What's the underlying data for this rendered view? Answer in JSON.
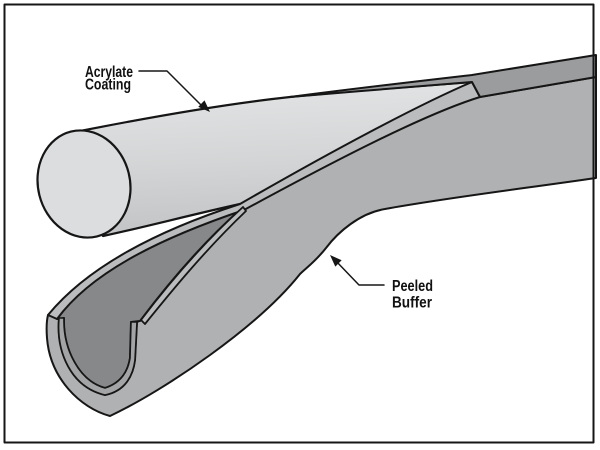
{
  "figure": {
    "labels": {
      "acrylate_coating": {
        "line1": "Acrylate",
        "line2": "Coating"
      },
      "peeled_buffer": {
        "line1": "Peeled",
        "line2": "Buffer"
      }
    },
    "colors": {
      "background": "#ffffff",
      "outline": "#161616",
      "coating_top": "#e3e5e6",
      "coating_mid": "#d3d5d6",
      "coating_bottom": "#c2c4c6",
      "coating_end_face": "#dbddde",
      "buffer_surface": "#b0b1b2",
      "buffer_cut_edge": "#bbbcbd",
      "buffer_top_band": "#9b9c9d",
      "buffer_inner": "#87888a",
      "buffer_inner_wall": "#a3a4a5",
      "label_text": "#111111"
    }
  }
}
